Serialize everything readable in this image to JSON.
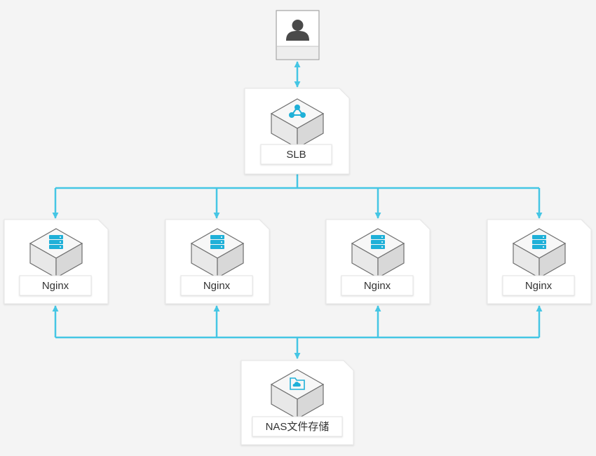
{
  "colors": {
    "background": "#f4f4f4",
    "connector": "#45c6e4",
    "icon": "#1fb0d8",
    "card": "#ffffff",
    "card_border": "#e3e3e3",
    "cube_top": "#f7f7f7",
    "cube_left": "#e8e8e8",
    "cube_right": "#d8d8d8",
    "cube_stroke": "#6f6f6f",
    "user_box_fill": "#eeeeee",
    "user_box_border": "#9a9a9a",
    "user_icon": "#4a4a4a"
  },
  "nodes": {
    "user": {
      "icon": "user-icon"
    },
    "slb": {
      "label": "SLB",
      "icon": "network-topology-icon"
    },
    "nginx": [
      {
        "label": "Nginx",
        "icon": "server-stack-icon"
      },
      {
        "label": "Nginx",
        "icon": "server-stack-icon"
      },
      {
        "label": "Nginx",
        "icon": "server-stack-icon"
      },
      {
        "label": "Nginx",
        "icon": "server-stack-icon"
      }
    ],
    "nas": {
      "label": "NAS文件存储",
      "icon": "cloud-folder-icon"
    }
  }
}
